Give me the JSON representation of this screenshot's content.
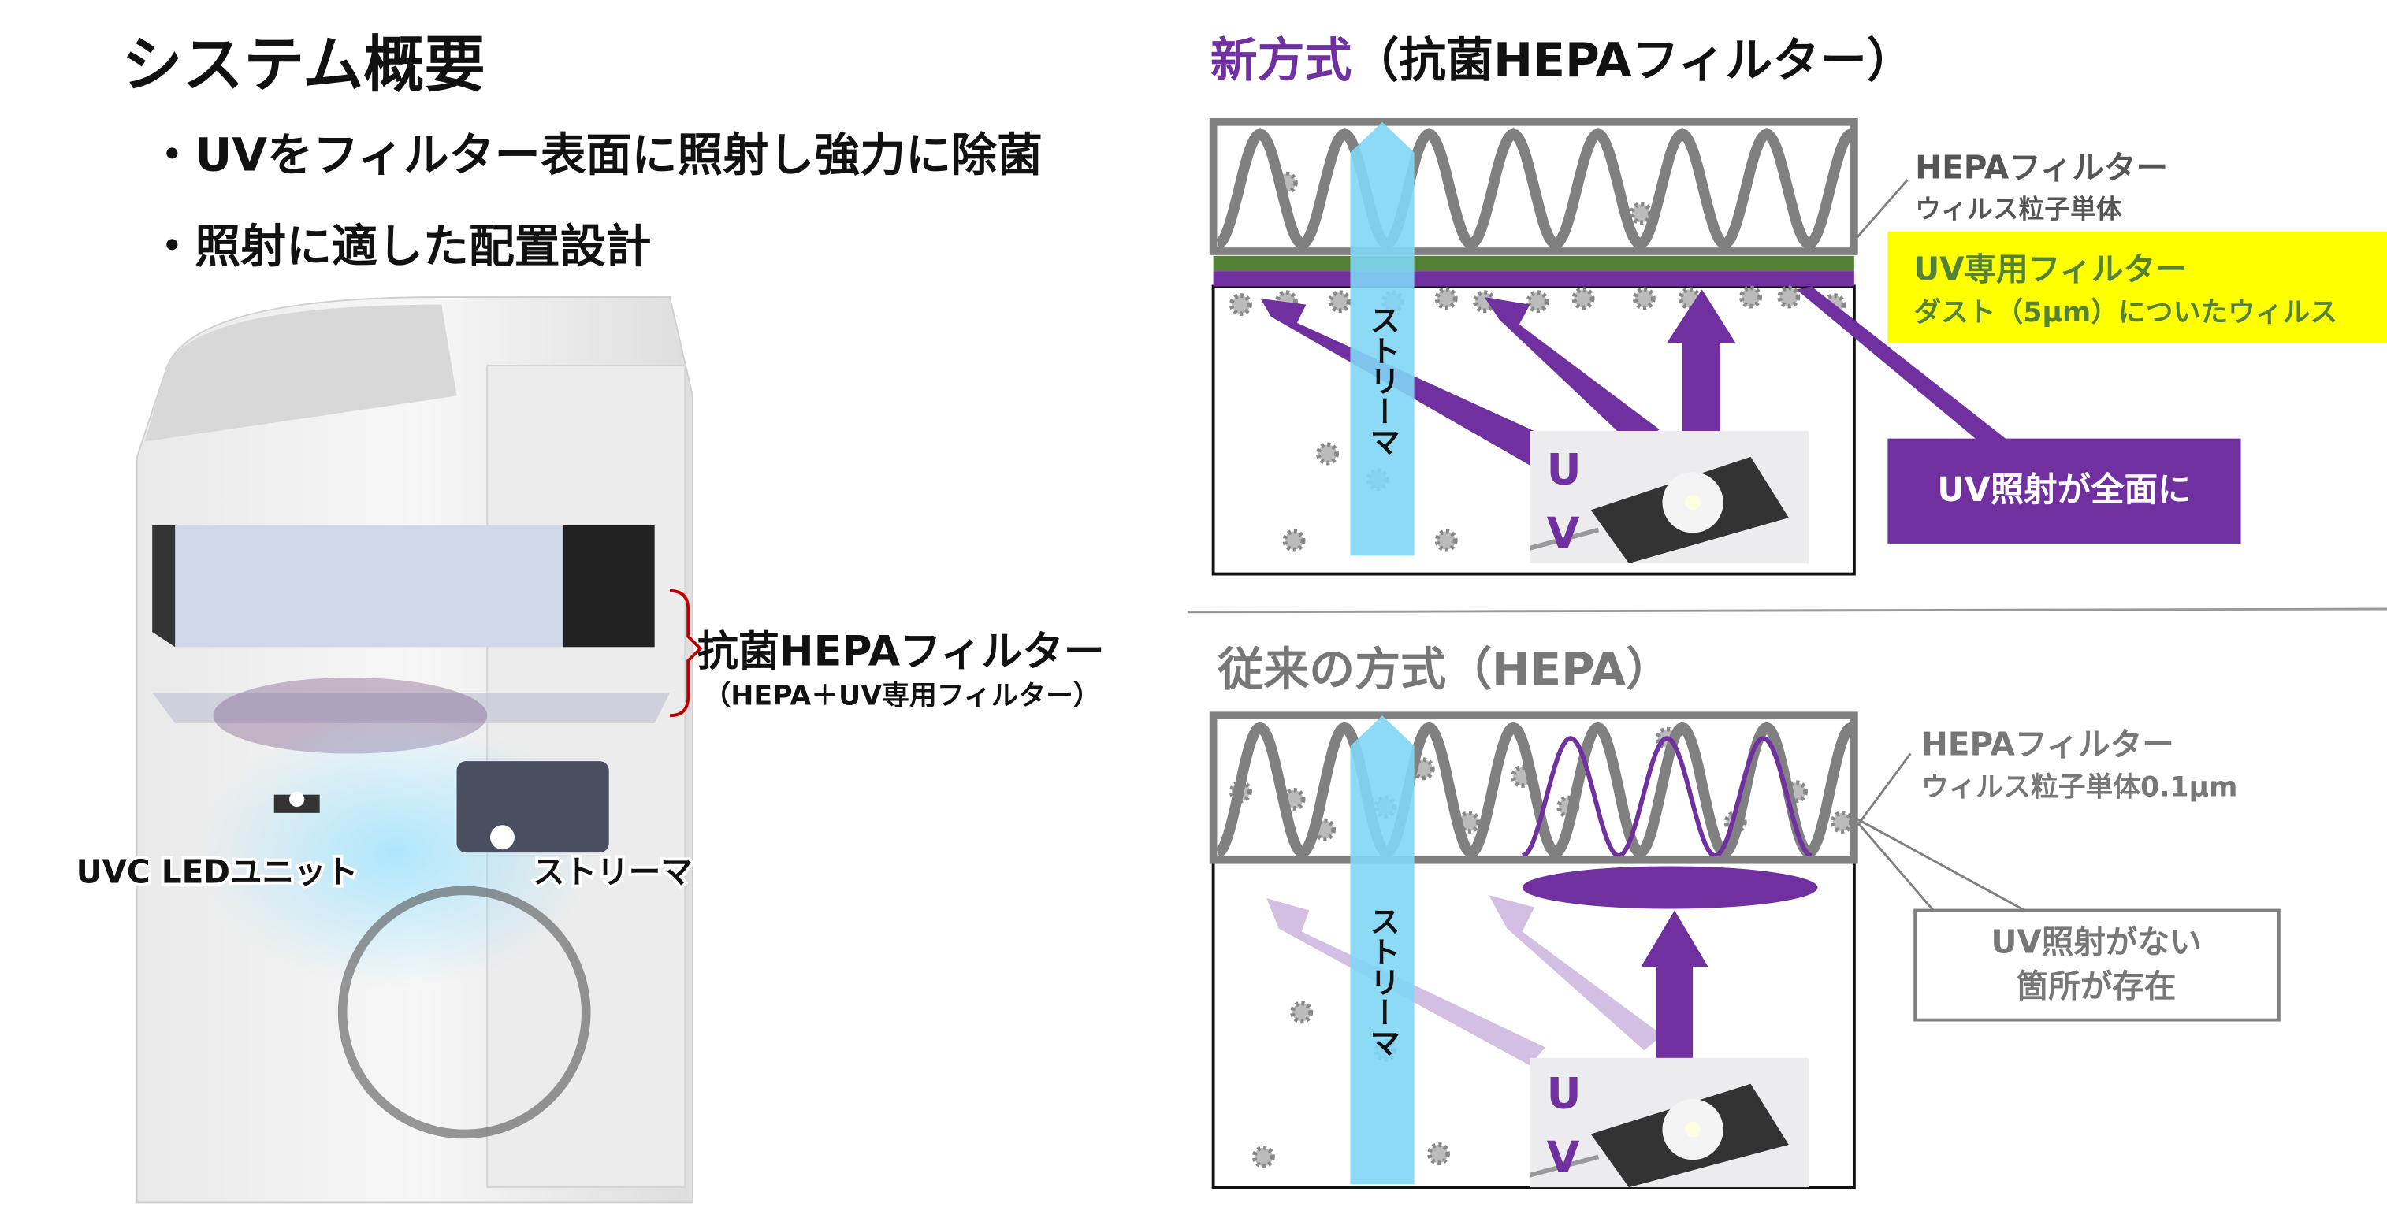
{
  "left": {
    "title": "システム概要",
    "bullets": [
      "・UVをフィルター表面に照射し強力に除菌",
      "・照射に適した配置設計"
    ],
    "filter_label": "抗菌HEPAフィルター",
    "filter_sublabel": "（HEPA＋UV専用フィルター）",
    "uvc_label": "UVC LEDユニット",
    "streamer_label": "ストリーマ"
  },
  "new_method": {
    "title_accent": "新方式",
    "title_rest": "（抗菌HEPAフィルター）",
    "hepa_label": "HEPAフィルター",
    "hepa_sub": "ウィルス粒子単体",
    "uv_filter_label": "UV専用フィルター",
    "uv_filter_sub": "ダスト（5μm）についたウィルス",
    "callout": "UV照射が全面に",
    "streamer": "ストリーマ",
    "uv_u": "U",
    "uv_v": "V"
  },
  "old_method": {
    "title": "従来の方式（HEPA）",
    "hepa_label": "HEPAフィルター",
    "hepa_sub": "ウィルス粒子単体0.1μm",
    "callout_line1": "UV照射がない",
    "callout_line2": "箇所が存在",
    "streamer": "ストリーマ",
    "uv_u": "U",
    "uv_v": "V"
  },
  "colors": {
    "purple": "#7030a0",
    "light_purple": "#d3bfe3",
    "green": "#548235",
    "yellow": "#ffff00",
    "gray": "#7f7f7f",
    "streamer": "#7fd6f5",
    "red": "#c00000"
  }
}
